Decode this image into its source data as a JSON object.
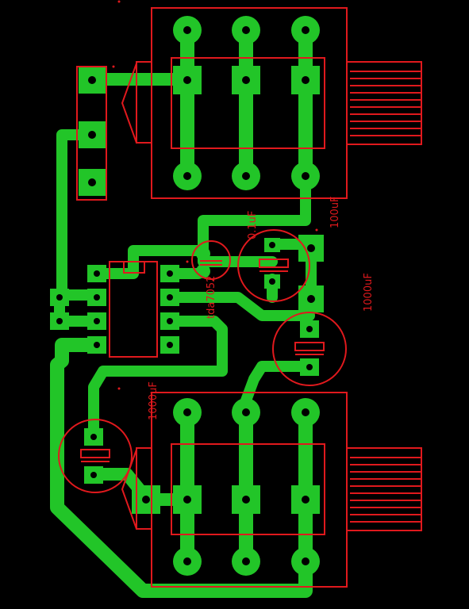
{
  "labels": {
    "c_100uf": "100uF",
    "c_0_1uf": "0.1uF",
    "c_1000uf_right": "1000uF",
    "c_1000uf_left": "1000uF",
    "ic": "tda7052"
  },
  "colors": {
    "background": "#000000",
    "copper": "#22c528",
    "silkscreen": "#e0191d"
  }
}
